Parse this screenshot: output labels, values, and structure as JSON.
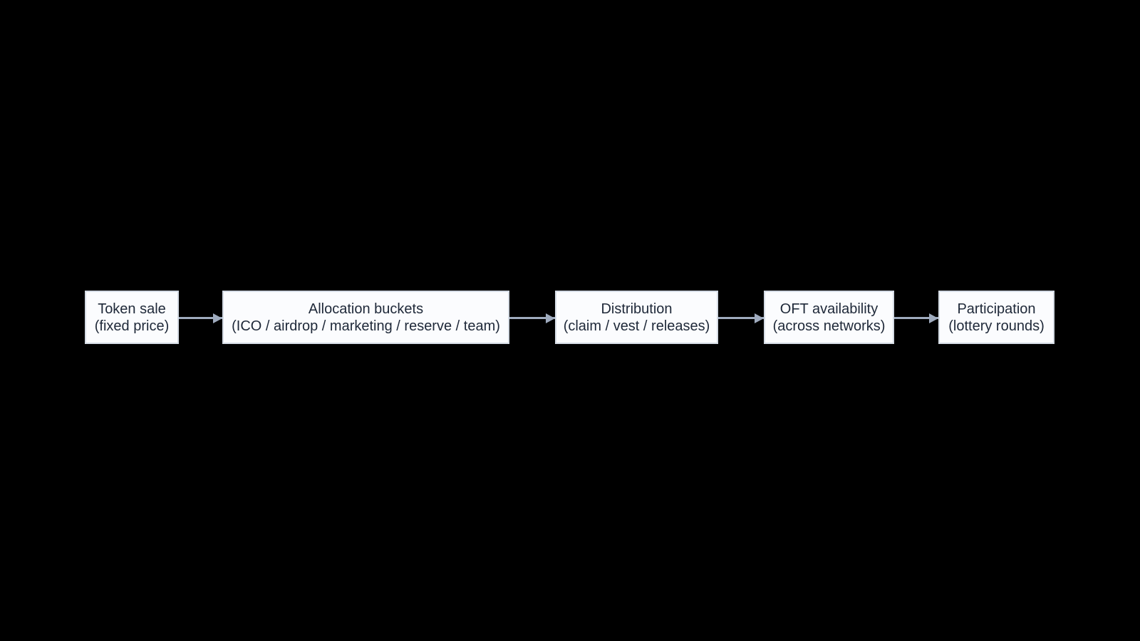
{
  "diagram": {
    "type": "flowchart",
    "background_color": "#000000",
    "node_fill_color": "#fbfcfe",
    "node_border_color": "#d5dce5",
    "node_text_color": "#1e2838",
    "arrow_color": "#9fabbe",
    "direction": "left-to-right",
    "nodes": [
      {
        "id": "token-sale",
        "line1": "Token sale",
        "line2": "(fixed price)"
      },
      {
        "id": "allocation-buckets",
        "line1": "Allocation buckets",
        "line2": "(ICO / airdrop / marketing / reserve / team)"
      },
      {
        "id": "distribution",
        "line1": "Distribution",
        "line2": "(claim / vest / releases)"
      },
      {
        "id": "oft-availability",
        "line1": "OFT availability",
        "line2": "(across networks)"
      },
      {
        "id": "participation",
        "line1": "Participation",
        "line2": "(lottery rounds)"
      }
    ],
    "edges": [
      {
        "from": "token-sale",
        "to": "allocation-buckets"
      },
      {
        "from": "allocation-buckets",
        "to": "distribution"
      },
      {
        "from": "distribution",
        "to": "oft-availability"
      },
      {
        "from": "oft-availability",
        "to": "participation"
      }
    ]
  }
}
